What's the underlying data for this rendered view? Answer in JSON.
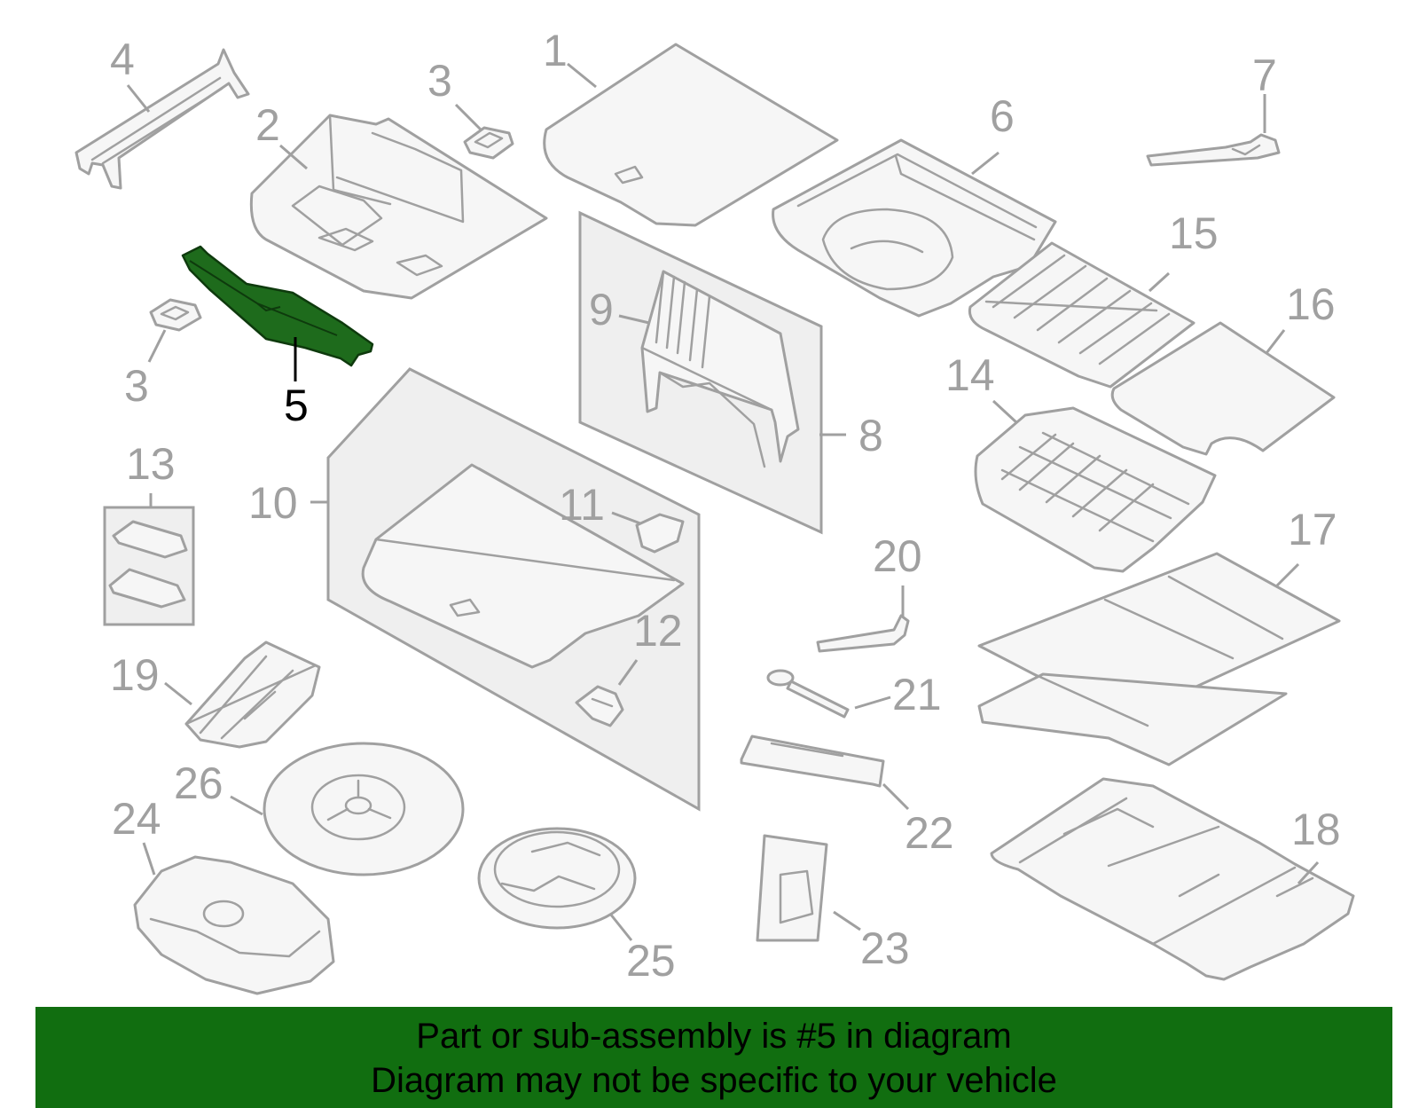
{
  "diagram": {
    "highlighted_part": "5",
    "callouts": {
      "c1": "1",
      "c2": "2",
      "c3a": "3",
      "c3b": "3",
      "c4": "4",
      "c5": "5",
      "c6": "6",
      "c7": "7",
      "c8": "8",
      "c9": "9",
      "c10": "10",
      "c11": "11",
      "c12": "12",
      "c13": "13",
      "c14": "14",
      "c15": "15",
      "c16": "16",
      "c17": "17",
      "c18": "18",
      "c19": "19",
      "c20": "20",
      "c21": "21",
      "c22": "22",
      "c23": "23",
      "c24": "24",
      "c25": "25",
      "c26": "26"
    },
    "colors": {
      "highlight": "#1e6b1c",
      "line": "#a0a0a0",
      "banner": "#116e10"
    }
  },
  "footer": {
    "line1": "Part or sub-assembly is #5 in diagram",
    "line2": "Diagram may not be specific to your vehicle"
  }
}
